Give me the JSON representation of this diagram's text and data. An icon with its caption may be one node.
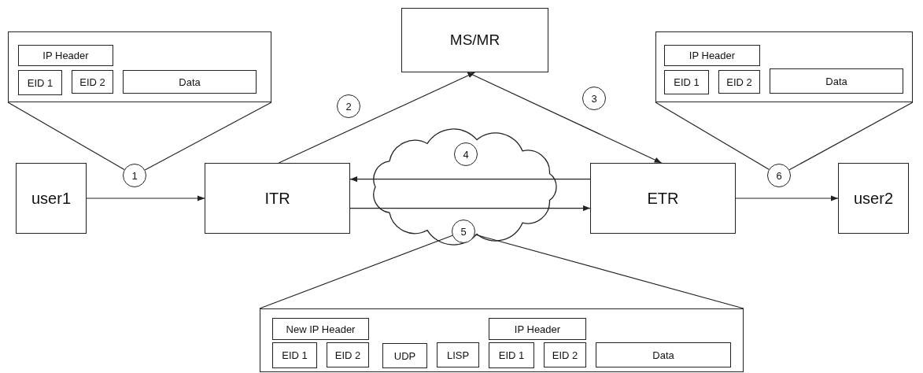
{
  "diagram": {
    "nodes": [
      {
        "text": [],
        "shape": "box"
      },
      {
        "text": [
          "IP Header"
        ],
        "in": 0
      },
      {
        "text": [
          "EID 1"
        ],
        "in": 0
      },
      {
        "text": [
          "EID 2"
        ],
        "in": 0
      },
      {
        "text": [
          "Data"
        ],
        "in": 0
      },
      {
        "text": [
          "MS/MR"
        ]
      },
      {
        "text": [],
        "shape": "box"
      },
      {
        "text": [
          "IP Header"
        ],
        "in": 6
      },
      {
        "text": [
          "EID 1"
        ],
        "in": 6
      },
      {
        "text": [
          "EID 2"
        ],
        "in": 6
      },
      {
        "text": [
          "Data"
        ],
        "in": 6
      },
      {
        "text": [
          "2"
        ]
      },
      {
        "text": [
          "3"
        ]
      },
      {
        "text": [
          "1"
        ]
      },
      {
        "text": [
          "6"
        ]
      },
      {
        "text": [],
        "shape": "cloud"
      },
      {
        "text": [
          "4"
        ],
        "in": 15
      },
      {
        "text": [
          "user1"
        ]
      },
      {
        "text": [
          "ITR"
        ]
      },
      {
        "text": [
          "ETR"
        ]
      },
      {
        "text": [
          "user2"
        ]
      },
      {
        "text": [
          "5"
        ],
        "in": 15
      },
      {
        "text": [],
        "shape": "box"
      },
      {
        "text": [
          "New IP Header"
        ],
        "in": 22
      },
      {
        "text": [
          "EID 1"
        ],
        "in": 22
      },
      {
        "text": [
          "EID 2"
        ],
        "in": 22
      },
      {
        "text": [
          "UDP"
        ],
        "in": 22
      },
      {
        "text": [
          "LISP"
        ],
        "in": 22
      },
      {
        "text": [
          "IP Header"
        ],
        "in": 22
      },
      {
        "text": [
          "EID 1"
        ],
        "in": 22
      },
      {
        "text": [
          "EID 2"
        ],
        "in": 22
      },
      {
        "text": [
          "Data"
        ],
        "in": 22
      }
    ],
    "edges": [
      {
        "from": 13,
        "to": 0,
        "arrow": "none"
      },
      {
        "from": 13,
        "to": 0,
        "arrow": "none"
      },
      {
        "from": 14,
        "to": 6,
        "arrow": "none"
      },
      {
        "from": 14,
        "to": 6,
        "arrow": "none"
      },
      {
        "from": 21,
        "to": 22,
        "arrow": "none"
      },
      {
        "from": 21,
        "to": 22,
        "arrow": "none"
      },
      {
        "from": 17,
        "to": 18,
        "arrow": "to"
      },
      {
        "from": 18,
        "to": 5,
        "arrow": "to"
      },
      {
        "from": 5,
        "to": 19,
        "arrow": "to"
      },
      {
        "from": 19,
        "to": 18,
        "arrow": "to"
      },
      {
        "from": 18,
        "to": 19,
        "arrow": "to"
      },
      {
        "from": 19,
        "to": 20,
        "arrow": "to"
      }
    ]
  }
}
